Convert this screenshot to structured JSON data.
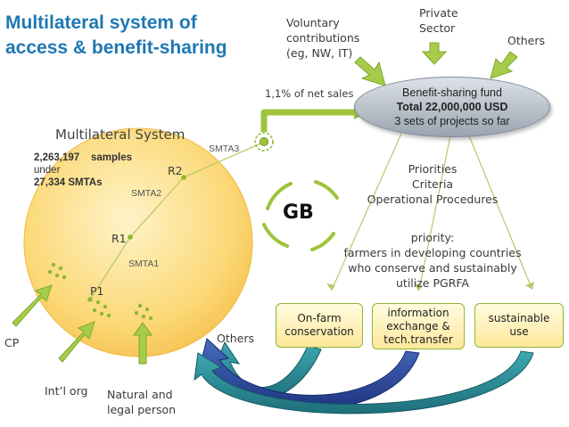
{
  "title_lines": [
    "Multilateral system of",
    "access & benefit-sharing"
  ],
  "multilateral_system": {
    "label": "Multilateral System",
    "samples_count": "2,263,197",
    "samples_word": "samples",
    "under": "under",
    "smtas_count": "27,334 SMTAs"
  },
  "nodes": {
    "p1": "P1",
    "r1": "R1",
    "r2": "R2"
  },
  "smta_links": {
    "smta1": "SMTA1",
    "smta2": "SMTA2",
    "smta3": "SMTA3"
  },
  "contributors": {
    "voluntary": [
      "Voluntary",
      "contributions",
      "(eg, NW, IT)"
    ],
    "private": [
      "Private",
      "Sector"
    ],
    "others_top": "Others",
    "net_sales": "1,1% of net sales"
  },
  "fund": {
    "name": "Benefit-sharing fund",
    "total": "Total 22,000,000 USD",
    "projects": "3 sets of projects so far"
  },
  "gb": "GB",
  "priorities": [
    "Priorities",
    "Criteria",
    "Operational Procedures"
  ],
  "priority_text": [
    "priority:",
    "farmers in developing countries",
    "who conserve and sustainably",
    "utilize PGRFA"
  ],
  "outputs": {
    "on_farm": [
      "On-farm",
      "conservation"
    ],
    "info": [
      "information",
      "exchange &",
      "tech.transfer"
    ],
    "sustainable": [
      "sustainable",
      "use"
    ]
  },
  "recipients": {
    "cp": "CP",
    "intl_org": "Int’l org",
    "natural_legal": [
      "Natural and",
      "legal person"
    ],
    "others_bottom": "Others"
  },
  "colors": {
    "title": "#1f78b4",
    "green": "#8db833",
    "circle": "#fbd26a",
    "teal": "#1e6f7a",
    "navy": "#23408e"
  }
}
